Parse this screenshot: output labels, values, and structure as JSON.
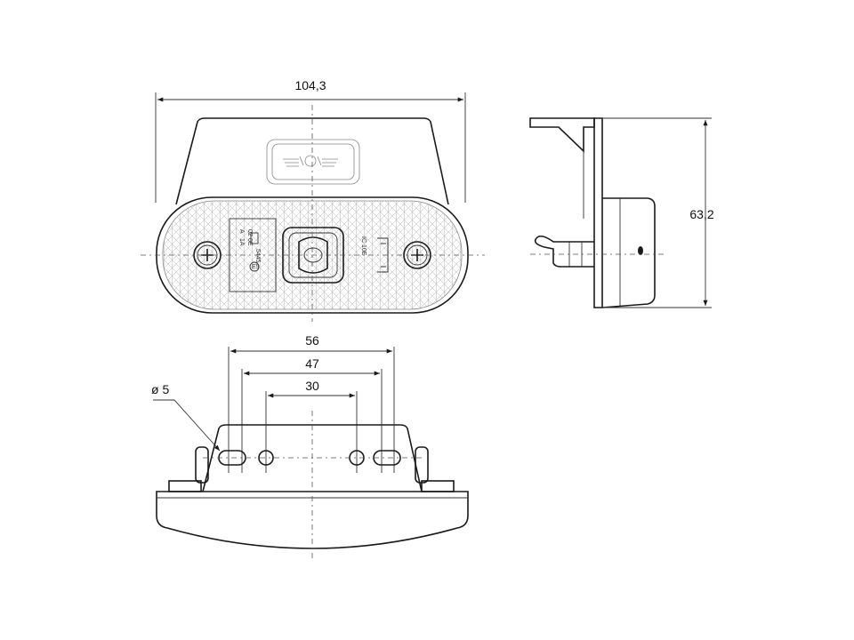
{
  "front_view": {
    "width_dimension": "104,3",
    "lens_markings": [
      "A",
      "1A",
      "02",
      "0E",
      "E9",
      "5445",
      "IC 10E"
    ]
  },
  "side_view": {
    "height_dimension": "63,2"
  },
  "bottom_view": {
    "dimension_outer": "56",
    "dimension_middle": "47",
    "dimension_inner": "30",
    "hole_diameter": "ø 5"
  },
  "colors": {
    "line": "#1a1a1a",
    "lens_pattern": "#b5b5b5",
    "background": "#ffffff"
  }
}
